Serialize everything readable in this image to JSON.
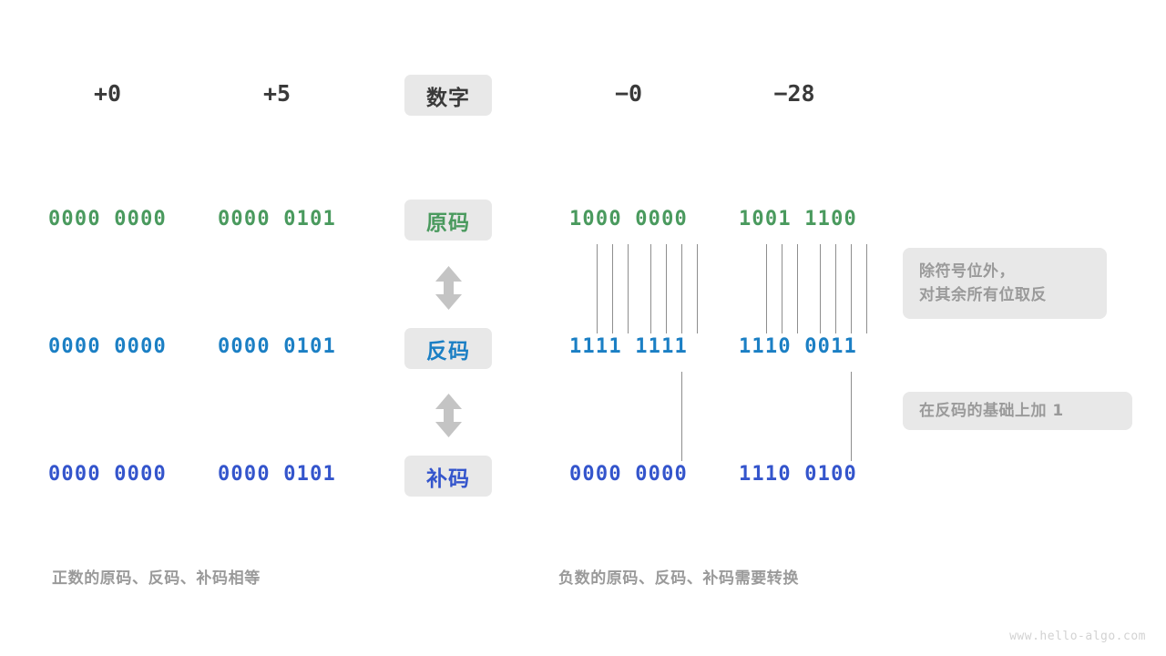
{
  "diagram": {
    "title_watermark": "www.hello-algo.com",
    "columns": [
      {
        "key": "pos0",
        "header": "+0"
      },
      {
        "key": "pos5",
        "header": "+5"
      },
      {
        "key": "label",
        "header": "数字"
      },
      {
        "key": "neg0",
        "header": "−0"
      },
      {
        "key": "neg28",
        "header": "−28"
      }
    ],
    "rows": [
      {
        "key": "true_form",
        "label": "原码",
        "color": "#4a9a5e",
        "values": {
          "pos0": "0000 0000",
          "pos5": "0000 0101",
          "neg0": "1000 0000",
          "neg28": "1001 1100"
        }
      },
      {
        "key": "ones_complement",
        "label": "反码",
        "color": "#1b7fc4",
        "values": {
          "pos0": "0000 0000",
          "pos5": "0000 0101",
          "neg0": "1111 1111",
          "neg28": "1110 0011"
        }
      },
      {
        "key": "twos_complement",
        "label": "补码",
        "color": "#3455cc",
        "values": {
          "pos0": "0000 0000",
          "pos5": "0000 0101",
          "neg0": "0000 0000",
          "neg28": "1110 0100"
        }
      }
    ],
    "notes": [
      {
        "key": "invert",
        "line1": "除符号位外，",
        "line2": "对其余所有位取反"
      },
      {
        "key": "addone",
        "line1": "在反码的基础上加 1",
        "line2": ""
      }
    ],
    "captions": {
      "left": "正数的原码、反码、补码相等",
      "right": "负数的原码、反码、补码需要转换"
    },
    "arrows": {
      "top_name": "double-arrow-up-down",
      "bottom_name": "double-arrow-up-down"
    },
    "colors": {
      "green": "#4a9a5e",
      "blue": "#1b7fc4",
      "indigo": "#3455cc",
      "gray_text": "#9a9a9a",
      "badge_bg": "#e8e8e8",
      "connector": "#8e8e8e",
      "background": "#ffffff"
    }
  }
}
